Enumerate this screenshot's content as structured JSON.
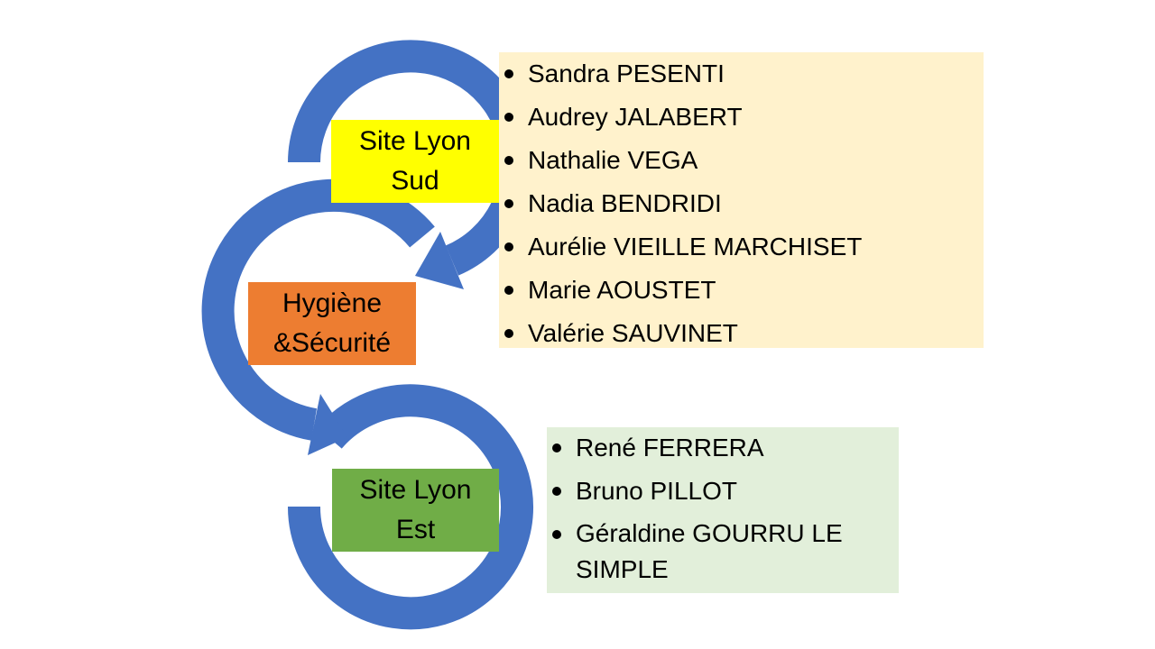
{
  "colors": {
    "arrow": "#4472C4",
    "site_sud": "#FFFF00",
    "hygiene": "#ED7D31",
    "site_est": "#70AD47",
    "list_sud_bg": "#FFF2CC",
    "list_est_bg": "#E2EFDA"
  },
  "nodes": {
    "site_sud": "Site Lyon Sud",
    "hygiene": "Hygiène &Sécurité",
    "site_est": "Site Lyon Est"
  },
  "lists": {
    "site_sud": [
      "Sandra PESENTI",
      "Audrey JALABERT",
      "Nathalie VEGA",
      "Nadia BENDRIDI",
      "Aurélie VIEILLE MARCHISET",
      "Marie AOUSTET",
      "Valérie SAUVINET"
    ],
    "site_est": [
      "René FERRERA",
      "Bruno PILLOT",
      "Géraldine GOURRU LE SIMPLE"
    ]
  }
}
